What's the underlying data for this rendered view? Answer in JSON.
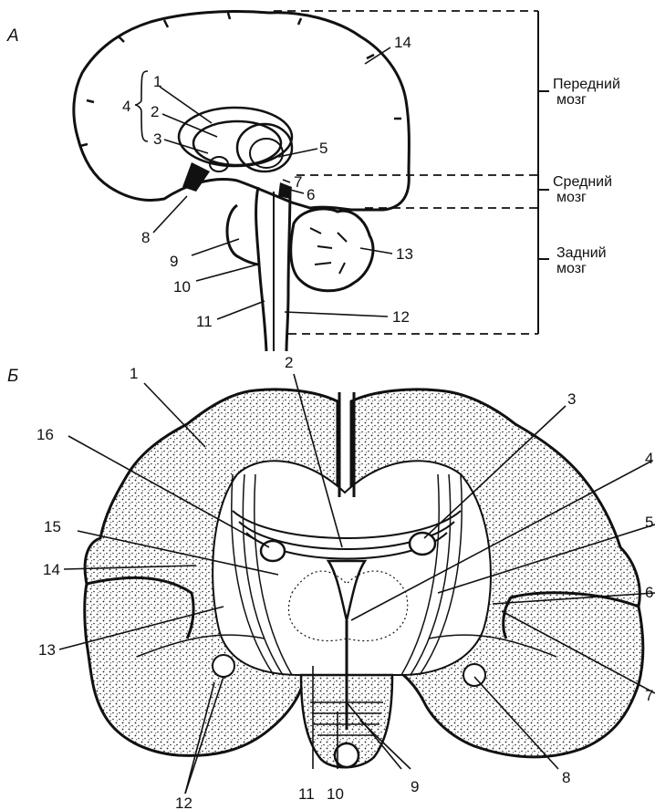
{
  "panel_a": {
    "label": "А",
    "numbers": [
      "1",
      "2",
      "3",
      "4",
      "5",
      "6",
      "7",
      "8",
      "9",
      "10",
      "11",
      "12",
      "13",
      "14"
    ],
    "divisions": {
      "forebrain": [
        "Передний",
        "мозг"
      ],
      "midbrain": [
        "Средний",
        "мозг"
      ],
      "hindbrain": [
        "Задний",
        "мозг"
      ]
    }
  },
  "panel_b": {
    "label": "Б",
    "numbers": [
      "1",
      "2",
      "3",
      "4",
      "5",
      "6",
      "7",
      "8",
      "9",
      "10",
      "11",
      "12",
      "13",
      "14",
      "15",
      "16"
    ]
  }
}
